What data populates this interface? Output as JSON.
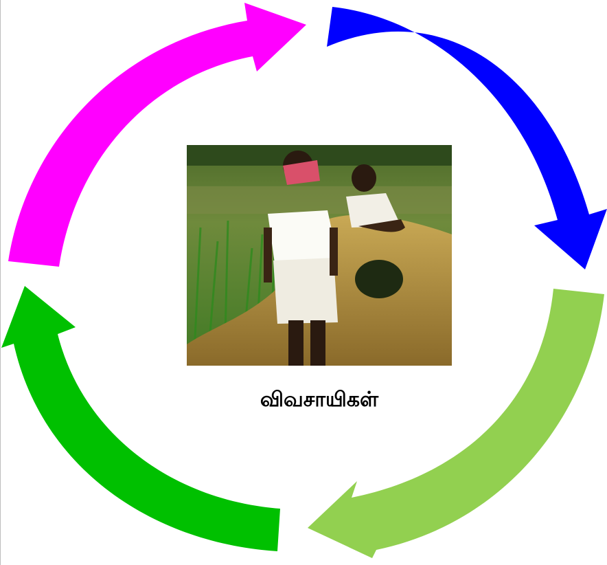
{
  "center": {
    "caption": "விவசாயிகள்",
    "photo_icon": "farmers-photo"
  },
  "arrows": [
    {
      "name": "arrow-top-right",
      "color": "#0000ff"
    },
    {
      "name": "arrow-bottom-right",
      "color": "#92d050"
    },
    {
      "name": "arrow-bottom-left",
      "color": "#00c000"
    },
    {
      "name": "arrow-top-left",
      "color": "#ff00ff"
    }
  ]
}
